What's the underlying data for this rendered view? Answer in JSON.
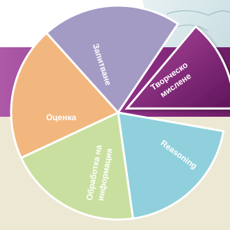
{
  "wheel": {
    "segments": [
      {
        "id": "zapitvane",
        "label": "Запитване",
        "color": "#a39bc4"
      },
      {
        "id": "tvorchesko",
        "label_line1": "Творческо",
        "label_line2": "мислене",
        "color": "#7a2270"
      },
      {
        "id": "reasoning",
        "label": "Reasoning",
        "color": "#8fd0dc"
      },
      {
        "id": "obrabotka",
        "label_line1": "Обработка на",
        "label_line2": "информация",
        "color": "#c9df9f"
      },
      {
        "id": "otsenka",
        "label": "Оценка",
        "color": "#f2b77e"
      }
    ]
  },
  "colors": {
    "band_purple": "#8a2b82",
    "cream": "#ece8d3",
    "map_blue": "#cfe1e6",
    "divider": "#ffffff"
  }
}
